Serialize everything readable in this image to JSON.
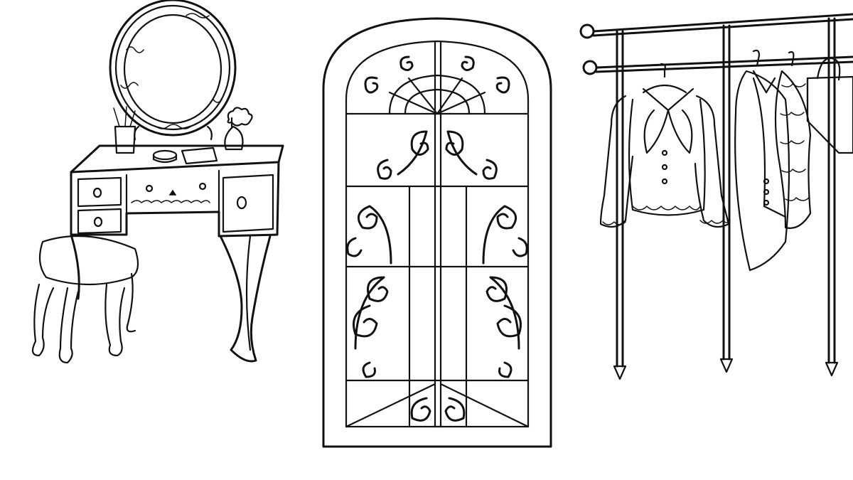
{
  "canvas": {
    "background": "#ffffff",
    "ink_color": "#111111"
  },
  "objects": [
    {
      "id": "vanity",
      "icon": "vanity-table-icon"
    },
    {
      "id": "window",
      "icon": "arched-window-icon"
    },
    {
      "id": "clothes-rack",
      "icon": "clothes-rack-icon"
    }
  ]
}
